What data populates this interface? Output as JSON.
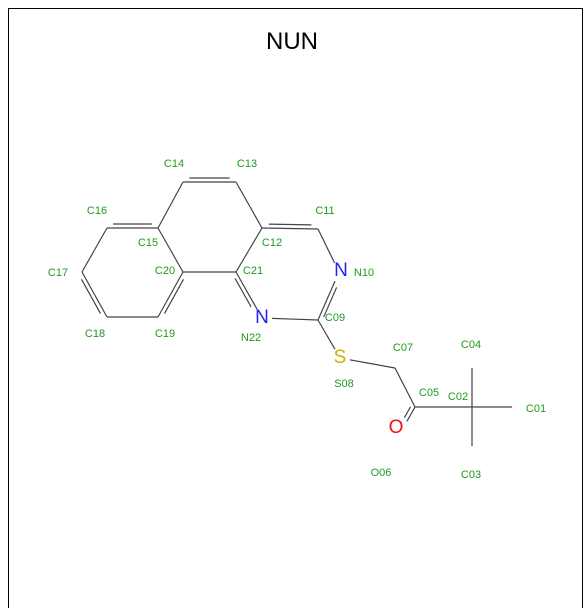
{
  "title": "NUN",
  "atoms": [
    {
      "id": "C01",
      "label": "C01",
      "element": "C"
    },
    {
      "id": "C02",
      "label": "C02",
      "element": "C"
    },
    {
      "id": "C03",
      "label": "C03",
      "element": "C"
    },
    {
      "id": "C04",
      "label": "C04",
      "element": "C"
    },
    {
      "id": "C05",
      "label": "C05",
      "element": "C"
    },
    {
      "id": "O06",
      "label": "O06",
      "element": "O",
      "symbol": "O"
    },
    {
      "id": "C07",
      "label": "C07",
      "element": "C"
    },
    {
      "id": "S08",
      "label": "S08",
      "element": "S",
      "symbol": "S"
    },
    {
      "id": "C09",
      "label": "C09",
      "element": "C"
    },
    {
      "id": "N10",
      "label": "N10",
      "element": "N",
      "symbol": "N"
    },
    {
      "id": "C11",
      "label": "C11",
      "element": "C"
    },
    {
      "id": "C12",
      "label": "C12",
      "element": "C"
    },
    {
      "id": "C13",
      "label": "C13",
      "element": "C"
    },
    {
      "id": "C14",
      "label": "C14",
      "element": "C"
    },
    {
      "id": "C15",
      "label": "C15",
      "element": "C"
    },
    {
      "id": "C16",
      "label": "C16",
      "element": "C"
    },
    {
      "id": "C17",
      "label": "C17",
      "element": "C"
    },
    {
      "id": "C18",
      "label": "C18",
      "element": "C"
    },
    {
      "id": "C19",
      "label": "C19",
      "element": "C"
    },
    {
      "id": "C20",
      "label": "C20",
      "element": "C"
    },
    {
      "id": "C21",
      "label": "C21",
      "element": "C"
    },
    {
      "id": "N22",
      "label": "N22",
      "element": "N",
      "symbol": "N"
    }
  ],
  "bonds": [
    {
      "a": "C01",
      "b": "C02",
      "order": 1
    },
    {
      "a": "C02",
      "b": "C03",
      "order": 1
    },
    {
      "a": "C02",
      "b": "C04",
      "order": 1
    },
    {
      "a": "C02",
      "b": "C05",
      "order": 1
    },
    {
      "a": "C05",
      "b": "O06",
      "order": 2
    },
    {
      "a": "C05",
      "b": "C07",
      "order": 1
    },
    {
      "a": "C07",
      "b": "S08",
      "order": 1
    },
    {
      "a": "S08",
      "b": "C09",
      "order": 1
    },
    {
      "a": "C09",
      "b": "N10",
      "order": 2
    },
    {
      "a": "N10",
      "b": "C11",
      "order": 1
    },
    {
      "a": "C11",
      "b": "C12",
      "order": 2
    },
    {
      "a": "C12",
      "b": "C13",
      "order": 1
    },
    {
      "a": "C13",
      "b": "C14",
      "order": 2
    },
    {
      "a": "C14",
      "b": "C15",
      "order": 1
    },
    {
      "a": "C15",
      "b": "C16",
      "order": 2
    },
    {
      "a": "C16",
      "b": "C17",
      "order": 1
    },
    {
      "a": "C17",
      "b": "C18",
      "order": 2
    },
    {
      "a": "C18",
      "b": "C19",
      "order": 1
    },
    {
      "a": "C19",
      "b": "C20",
      "order": 2
    },
    {
      "a": "C20",
      "b": "C15",
      "order": 1
    },
    {
      "a": "C20",
      "b": "C21",
      "order": 1
    },
    {
      "a": "C21",
      "b": "C12",
      "order": 1
    },
    {
      "a": "C21",
      "b": "N22",
      "order": 2
    },
    {
      "a": "N22",
      "b": "C09",
      "order": 1
    }
  ],
  "colors": {
    "bond": "#444444",
    "label": "#1f9a1f",
    "N": "#2222ee",
    "O": "#ee1111",
    "S": "#c8b400"
  }
}
